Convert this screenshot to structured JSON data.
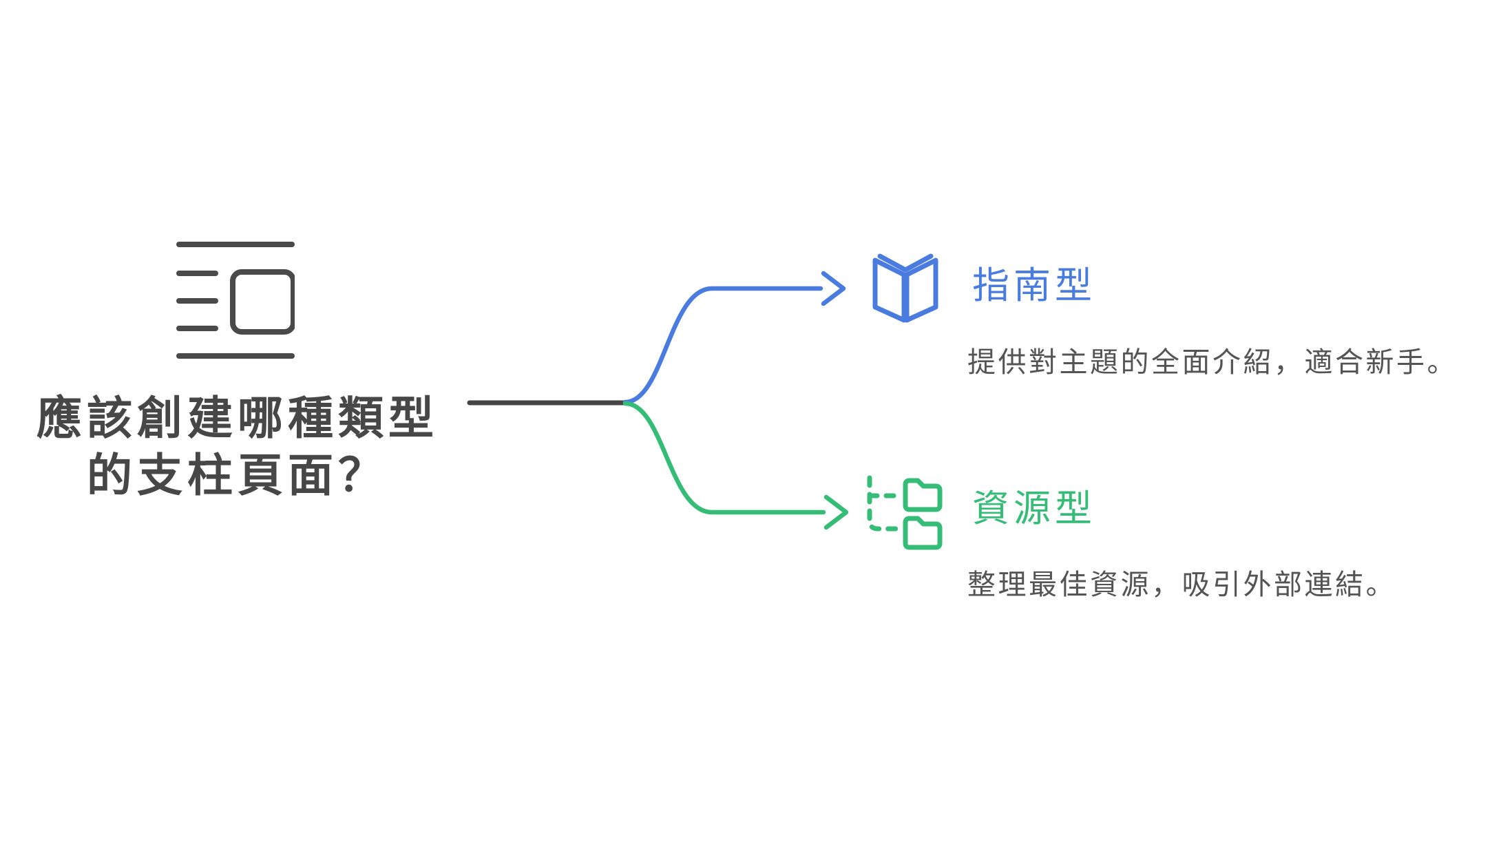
{
  "diagram": {
    "type": "mindmap-branch",
    "background": "#ffffff"
  },
  "root": {
    "icon": "layout-text-window-icon",
    "title_lines": [
      "應該創建哪種類型",
      "的支柱頁面？"
    ]
  },
  "branches": [
    {
      "id": "guide-type",
      "icon": "open-book-icon",
      "arrow": "arrow-right-icon",
      "label": "指南型",
      "description": "提供對主題的全面介紹，適合新手。",
      "accent_color": "#4a7ce0"
    },
    {
      "id": "resource-type",
      "icon": "folder-tree-icon",
      "arrow": "arrow-right-icon",
      "label": "資源型",
      "description": "整理最佳資源，吸引外部連結。",
      "accent_color": "#35bd78"
    }
  ],
  "colors": {
    "background": "#ffffff",
    "root_text": "#474747",
    "root_icon": "#4a4a4a",
    "connector_stem": "#454545",
    "guide_accent": "#4a7ce0",
    "resource_accent": "#35bd78",
    "description_text": "#545454"
  }
}
